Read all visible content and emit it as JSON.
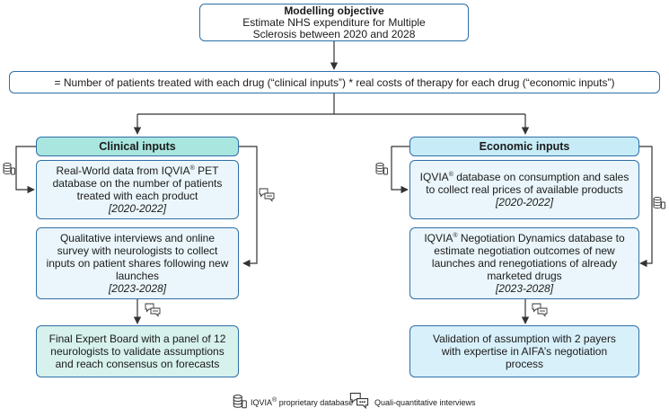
{
  "objective": {
    "title": "Modelling objective",
    "text": "Estimate NHS expenditure for Multiple Sclerosis between 2020 and 2028"
  },
  "formula": "= Number of patients treated with each drug (“clinical inputs”) * real costs of therapy for each drug (“economic inputs”)",
  "clinical": {
    "header": "Clinical inputs",
    "box1": {
      "pre": "Real-World data from IQVIA",
      "reg": "®",
      "post": " PET database on the number of patients treated with each product",
      "period": "[2020-2022]"
    },
    "box2": {
      "text": "Qualitative interviews and online survey with neurologists to collect inputs on patient shares following new launches",
      "period": "[2023-2028]"
    },
    "final": "Final Expert Board with a panel of 12 neurologists to validate assumptions and reach consensus on forecasts"
  },
  "economic": {
    "header": "Economic inputs",
    "box1": {
      "pre": "IQVIA",
      "reg": "®",
      "post": " database on consumption and sales to collect real prices of available products",
      "period": "[2020-2022]"
    },
    "box2": {
      "pre": "IQVIA",
      "reg": "®",
      "post": " Negotiation Dynamics database to estimate negotiation outcomes of new launches and renegotiations of already marketed drugs",
      "period": "[2023-2028]"
    },
    "final": "Validation of assumption with 2 payers with expertise in AIFA’s negotiation process"
  },
  "legend": {
    "db_pre": "IQVIA",
    "db_reg": "®",
    "db_post": " proprietary database",
    "interviews": "Quali-quantitative interviews"
  },
  "colors": {
    "border": "#2e6fa7",
    "clinical_header": "#a9e6df",
    "economic_header": "#c7ecf8",
    "arrow": "#333333"
  },
  "icons": {
    "database": "database-icon",
    "interviews": "interviews-icon"
  }
}
